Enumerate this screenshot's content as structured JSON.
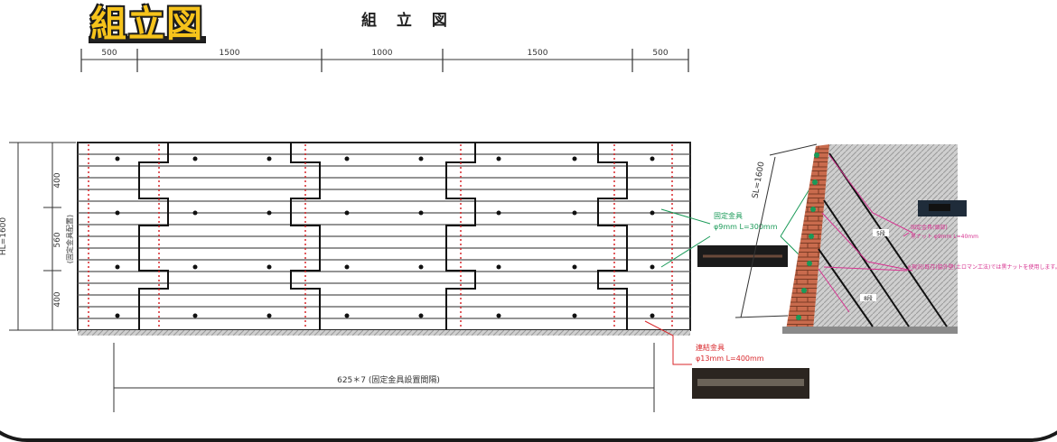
{
  "badge": "組立図",
  "title": "組 立 図",
  "top_dims": [
    "500",
    "1500",
    "1000",
    "1500",
    "500"
  ],
  "left_total": "HL=1600",
  "left_dims": [
    "400",
    "560",
    "400"
  ],
  "left_vertical_label": "(固定金具配置)",
  "bottom_dim": "625＊7 (固定金具設置間隔)",
  "slope_length": "SL=1600",
  "fixing": {
    "title": "固定金具",
    "spec": "φ9mm L=300mm"
  },
  "anchor": {
    "title": "連結金具",
    "spec": "φ13mm L=400mm"
  },
  "net": {
    "title": "固定金具(頭部)",
    "spec": "黒ナット φ9mm L=40mm"
  },
  "note": "※現況(既存)脇外壁(土ロマン工法)では黒ナットを使用します。",
  "small_labels": [
    "5段",
    "8段"
  ],
  "colors": {
    "accent": "#f6c31b",
    "mag": "#d6308f",
    "green": "#1a9a58",
    "brick": "#c96b4d"
  }
}
